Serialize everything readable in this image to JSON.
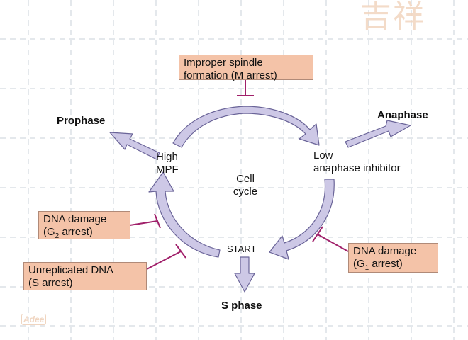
{
  "watermark": {
    "text": "吉祥",
    "corner": "Adee"
  },
  "phases": {
    "prophase": "Prophase",
    "anaphase": "Anaphase",
    "s_phase": "S phase"
  },
  "states": {
    "high_mpf": [
      "High",
      "MPF"
    ],
    "low_inhibitor": [
      "Low",
      "anaphase inhibitor"
    ],
    "center": [
      "Cell",
      "cycle"
    ],
    "start": "START"
  },
  "checkpoints": {
    "m_arrest": [
      "Improper spindle",
      "formation (M arrest)"
    ],
    "g2_arrest": {
      "line1": "DNA damage",
      "line2_pre": "(G",
      "line2_sub": "2",
      "line2_post": " arrest)"
    },
    "s_arrest": [
      "Unreplicated DNA",
      "(S arrest)"
    ],
    "g1_arrest": {
      "line1": "DNA damage",
      "line2_pre": "(G",
      "line2_sub": "1",
      "line2_post": " arrest)"
    }
  },
  "colors": {
    "arrow_fill": "#cdc8e6",
    "arrow_stroke": "#6a6498",
    "box_fill": "#f4c3a8",
    "inhibitor": "#a0206a"
  }
}
